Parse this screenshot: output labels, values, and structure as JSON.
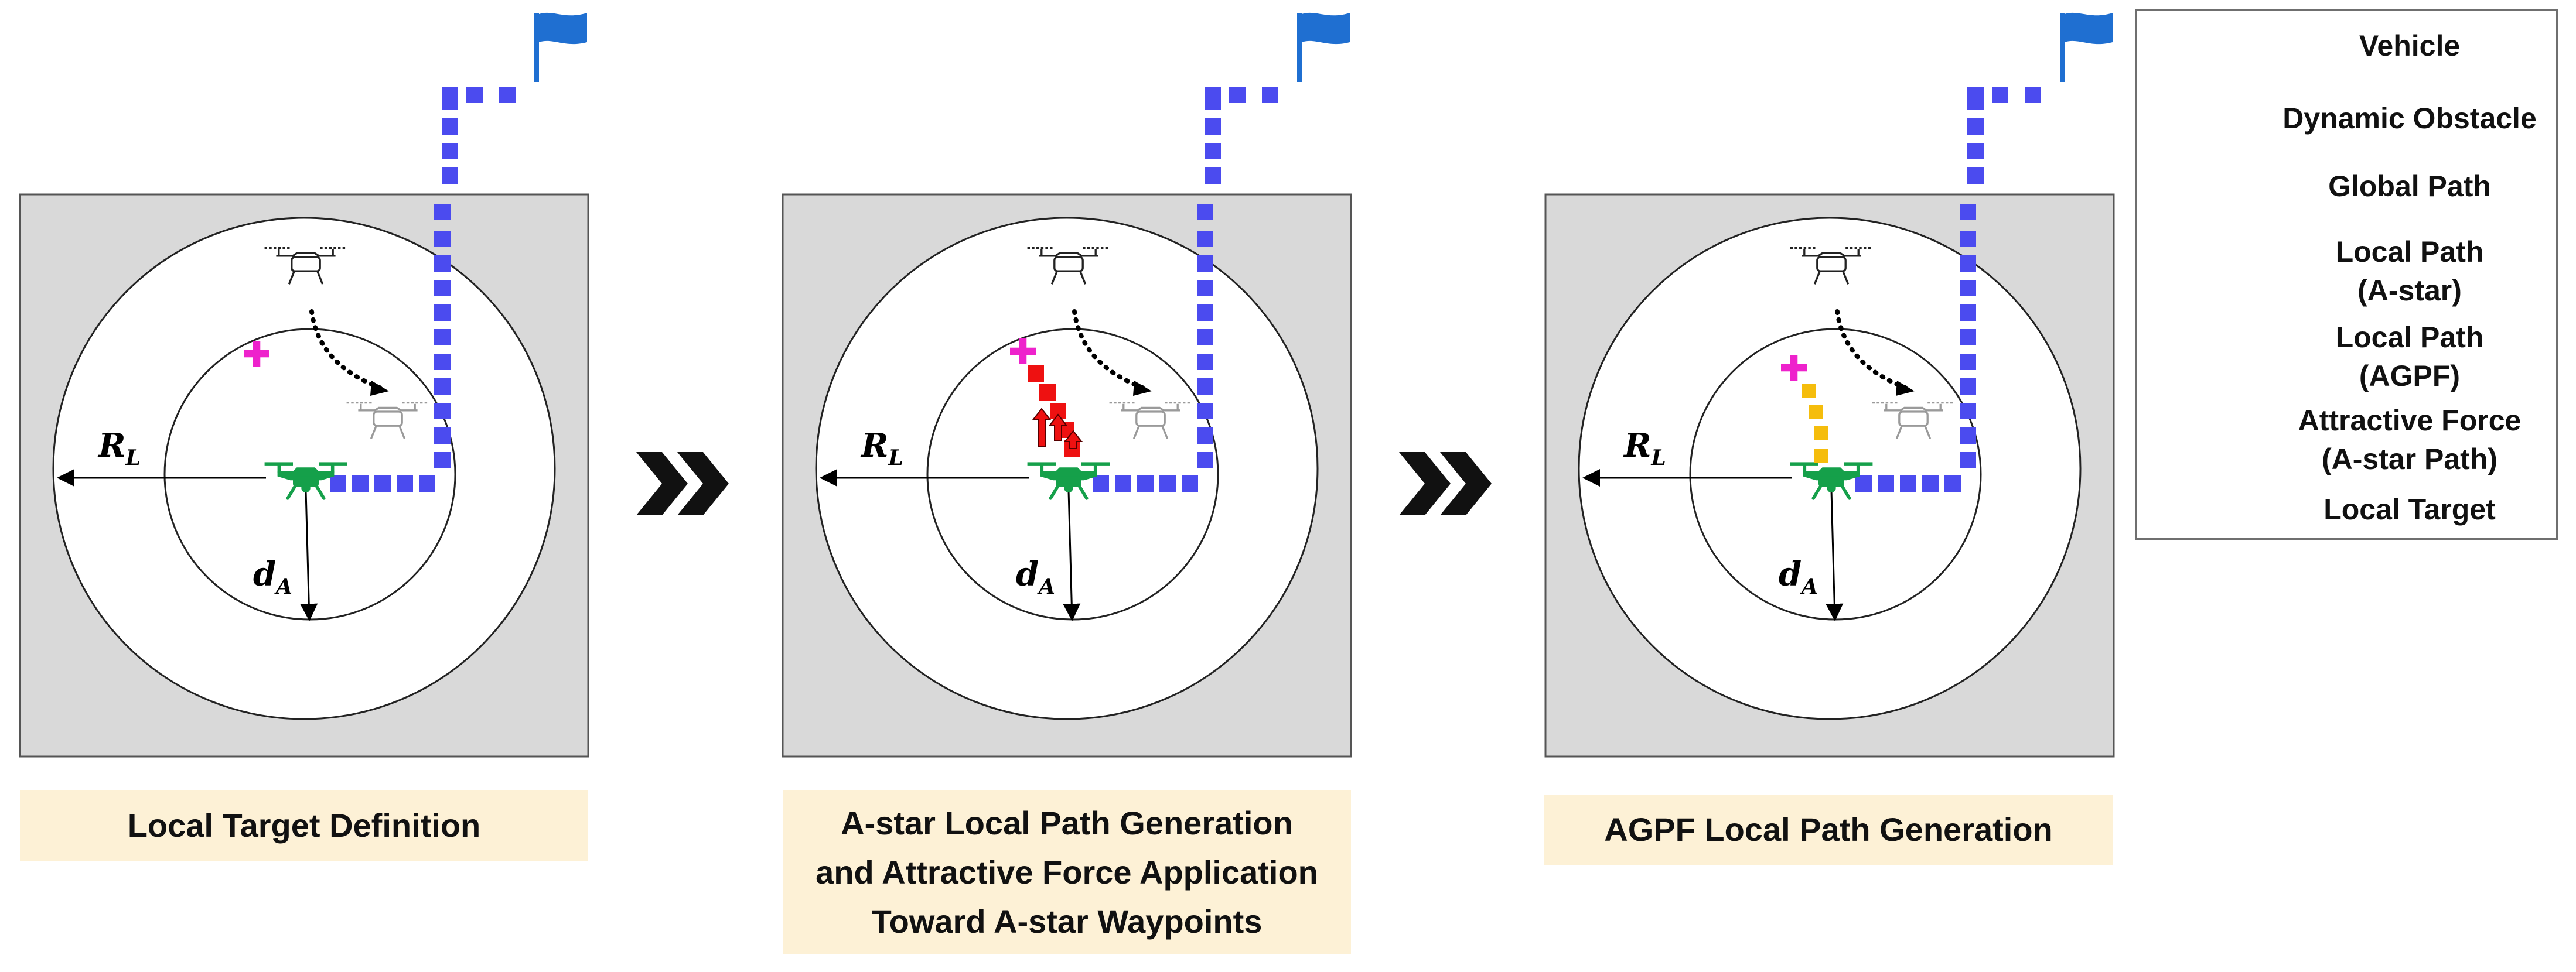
{
  "panels": [
    {
      "caption_lines": [
        "Local Target Definition"
      ],
      "shows_astar_path": false,
      "shows_attractive_force": false,
      "shows_agpf_path": false
    },
    {
      "caption_lines": [
        "A-star Local Path Generation",
        "and Attractive Force Application",
        "Toward A-star Waypoints"
      ],
      "shows_astar_path": true,
      "shows_attractive_force": true,
      "shows_agpf_path": false
    },
    {
      "caption_lines": [
        "AGPF Local Path Generation"
      ],
      "shows_astar_path": false,
      "shows_attractive_force": false,
      "shows_agpf_path": true
    }
  ],
  "labels": {
    "radius_main": "R",
    "radius_sub": "L",
    "distance_main": "d",
    "distance_sub": "A"
  },
  "legend": {
    "items": [
      {
        "icon": "vehicle-drone-icon",
        "lines": [
          "Vehicle"
        ]
      },
      {
        "icon": "dynamic-obstacle-drone-icon",
        "lines": [
          "Dynamic Obstacle"
        ]
      },
      {
        "icon": "global-path-swatch",
        "lines": [
          "Global Path"
        ]
      },
      {
        "icon": "astar-path-swatch",
        "lines": [
          "Local Path",
          "(A-star)"
        ]
      },
      {
        "icon": "agpf-path-swatch",
        "lines": [
          "Local Path",
          "(AGPF)"
        ]
      },
      {
        "icon": "attractive-force-arrow-icon",
        "lines": [
          "Attractive Force",
          "(A-star Path)"
        ]
      },
      {
        "icon": "local-target-cross-icon",
        "lines": [
          "Local Target"
        ]
      }
    ]
  },
  "colors": {
    "vehicle": "#15a04a",
    "global_path": "#4b4bef",
    "astar_path": "#ee1111",
    "agpf_path": "#f5bd0c",
    "target": "#ee22cc",
    "flag": "#1f6fd1",
    "panel_bg": "#d9d9d9",
    "caption_bg": "#fdf1d6"
  }
}
